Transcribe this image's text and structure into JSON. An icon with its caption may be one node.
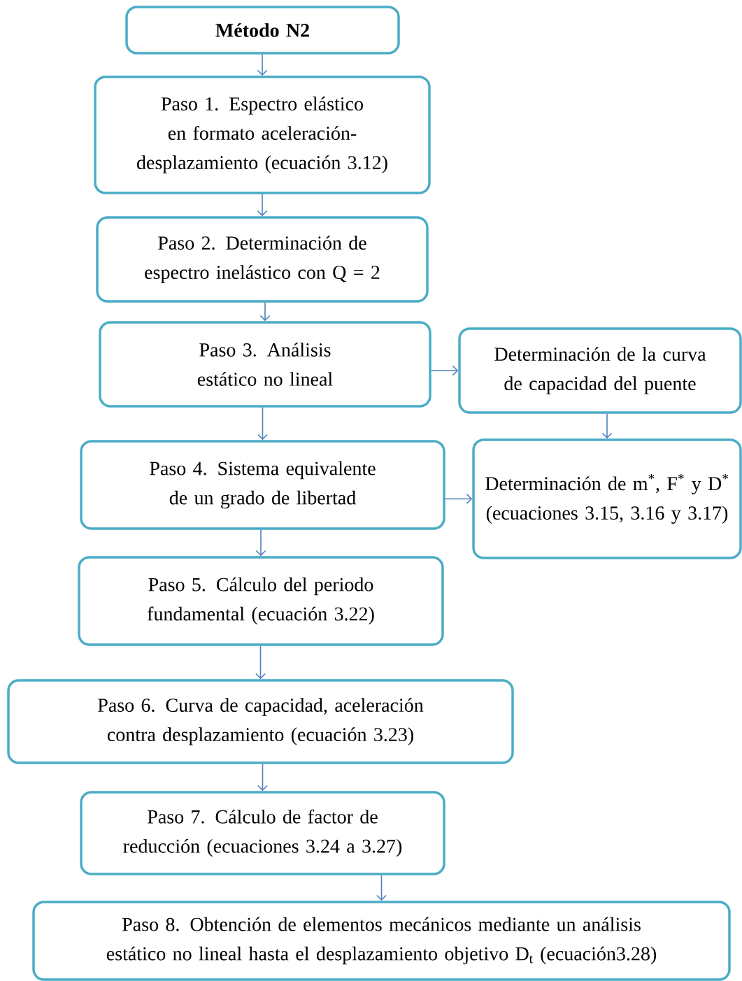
{
  "diagram": {
    "nodes": [
      {
        "text": [
          "Método N2"
        ]
      },
      {
        "text": [
          "Paso 1. Espectro elástico en formato aceleración-desplazamiento (ecuación 3.12)"
        ]
      },
      {
        "text": [
          "Paso 2. Determinación de espectro inelástico con Q = 2"
        ]
      },
      {
        "text": [
          "Paso 3. Análisis estático no lineal"
        ]
      },
      {
        "text": [
          "Determinación de la curva de capacidad del puente"
        ]
      },
      {
        "text": [
          "Paso 4. Sistema equivalente de un grado de libertad"
        ]
      },
      {
        "text": [
          "Determinación de m$^{*}$, F$^{*}$ y D$^{*}$ (ecuaciones 3.15, 3.16 y 3.17)"
        ]
      },
      {
        "text": [
          "Paso 5. Cálculo del periodo fundamental (ecuación 3.22)"
        ]
      },
      {
        "text": [
          "Paso 6. Curva de capacidad, aceleración contra desplazamiento (ecuación 3.23)"
        ]
      },
      {
        "text": [
          "Paso 7. Cálculo de factor de reducción (ecuaciones 3.24 a 3.27)"
        ]
      },
      {
        "text": [
          "Paso 8. Obtención de elementos mecánicos mediante un análisis estático no lineal hasta el desplazamiento objetivo D$_{t}$ (ecuación3.28)"
        ]
      }
    ],
    "edges": [
      {
        "from": 0,
        "to": 1,
        "arrow": "to"
      },
      {
        "from": 1,
        "to": 2,
        "arrow": "to"
      },
      {
        "from": 2,
        "to": 3,
        "arrow": "to"
      },
      {
        "from": 3,
        "to": 4,
        "arrow": "to"
      },
      {
        "from": 3,
        "to": 5,
        "arrow": "to"
      },
      {
        "from": 4,
        "to": 6,
        "arrow": "to"
      },
      {
        "from": 5,
        "to": 6,
        "arrow": "to"
      },
      {
        "from": 5,
        "to": 7,
        "arrow": "to"
      },
      {
        "from": 7,
        "to": 8,
        "arrow": "to"
      },
      {
        "from": 8,
        "to": 9,
        "arrow": "to"
      },
      {
        "from": 9,
        "to": 10,
        "arrow": "to"
      }
    ]
  }
}
